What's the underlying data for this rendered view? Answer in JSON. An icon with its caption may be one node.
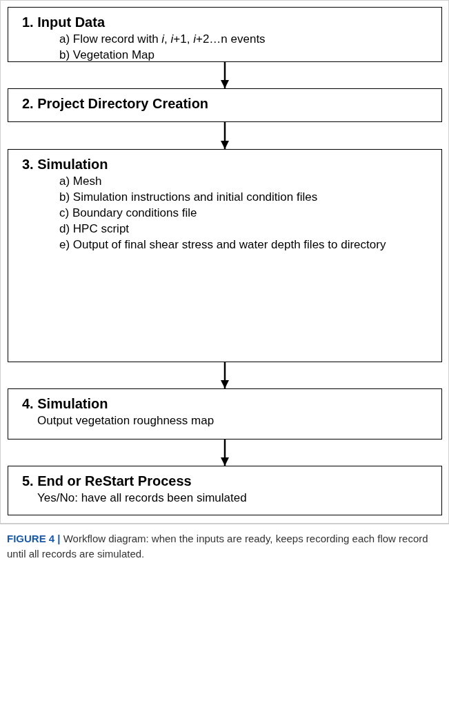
{
  "diagram": {
    "caption": "**FIGURE 4 |** Workflow diagram: when the inputs are ready, keeps recording each flow record until all records are simulated.",
    "nodes": [
      {
        "text": [
          "1. Input Data",
          "a) Flow record with *i*, *i*+1, *i*+2…n events",
          "b) Vegetation Map"
        ]
      },
      {
        "text": [
          "2. Project Directory Creation"
        ]
      },
      {
        "text": [
          "3. Simulation",
          "a) Mesh",
          "b) Simulation instructions and initial condition files",
          "c) Boundary conditions file",
          "d) HPC script",
          "e) Output of final shear stress and water depth files to directory"
        ]
      },
      {
        "text": [
          "4. Simulation",
          "Output vegetation roughness map"
        ]
      },
      {
        "text": [
          "5. End or ReStart Process",
          "Yes/No: have all records been simulated"
        ]
      }
    ],
    "edges": [
      {
        "from": 0,
        "to": 1,
        "arrow": "to"
      },
      {
        "from": 1,
        "to": 2,
        "arrow": "to"
      },
      {
        "from": 2,
        "to": 3,
        "arrow": "to"
      },
      {
        "from": 3,
        "to": 4,
        "arrow": "to"
      }
    ]
  }
}
